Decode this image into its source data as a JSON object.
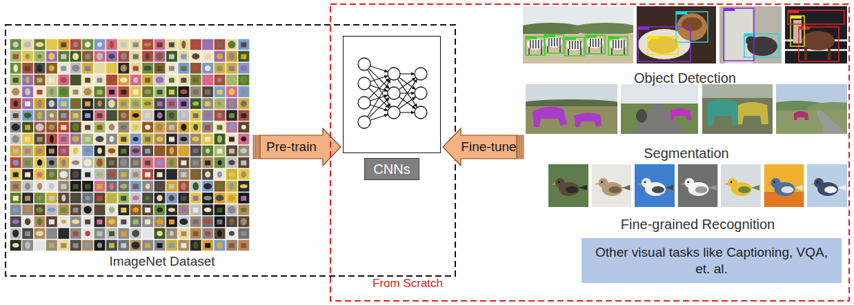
{
  "diagram": {
    "nodes": [
      {
        "text": [
          "ImageNet Dataset"
        ]
      },
      {
        "text": [
          "From Scratch"
        ]
      },
      {
        "text": [
          "CNNs"
        ],
        "in": 1
      },
      {
        "text": [
          "Object Detection"
        ],
        "in": 1
      },
      {
        "text": [
          "Segmentation"
        ],
        "in": 1
      },
      {
        "text": [
          "Fine-grained Recognition"
        ],
        "in": 1
      },
      {
        "text": [
          "Other visual tasks like Captioning, VQA, et. al."
        ],
        "in": 1
      }
    ],
    "edges": [
      {
        "from": 0,
        "to": 2,
        "arrow": "to",
        "label": "Pre-train"
      },
      {
        "from": 4,
        "to": 2,
        "arrow": "to",
        "label": "Fine-tune"
      }
    ]
  }
}
